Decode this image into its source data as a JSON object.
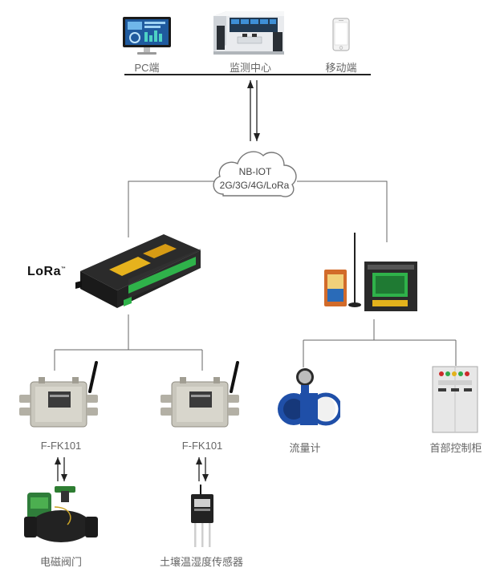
{
  "top": {
    "pc_label": "PC端",
    "center_label": "监测中心",
    "mobile_label": "移动端"
  },
  "cloud": {
    "line1": "NB-IOT",
    "line2": "2G/3G/4G/LoRa"
  },
  "lora": {
    "logo_text": "LoRa",
    "tm": "™"
  },
  "devices": {
    "fk1_label": "F-FK101",
    "fk2_label": "F-FK101",
    "valve_label": "电磁阀门",
    "soil_label": "土壤温湿度传感器",
    "flow_label": "流量计",
    "cabinet_label": "首部控制柜"
  }
}
